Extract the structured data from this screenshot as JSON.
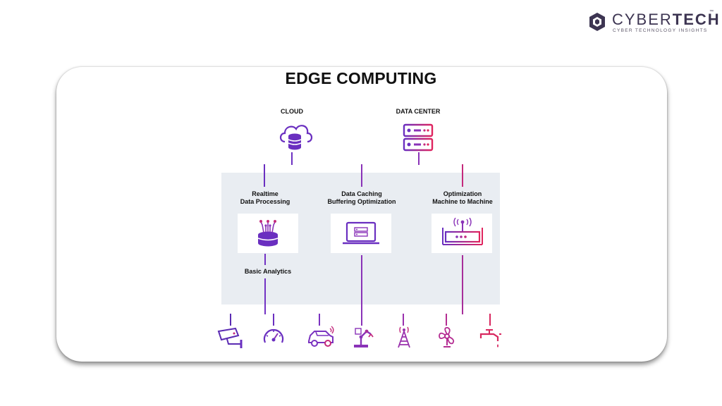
{
  "brand": {
    "name_prefix": "CYBER",
    "name_bold": "TECH",
    "trademark": "™",
    "tagline": "CYBER TECHNOLOGY INSIGHTS"
  },
  "diagram": {
    "title": "EDGE COMPUTING",
    "top": {
      "cloud": "CLOUD",
      "data_center": "DATA CENTER"
    },
    "edge": {
      "realtime_1": "Realtime",
      "realtime_2": "Data Processing",
      "caching_1": "Data Caching",
      "caching_2": "Buffering Optimization",
      "m2m_1": "Optimization",
      "m2m_2": "Machine to Machine",
      "analytics": "Basic Analytics"
    },
    "devices": [
      "security-camera",
      "speedometer",
      "connected-car",
      "robotic-arm",
      "cell-tower",
      "fan",
      "water-tap"
    ]
  },
  "colors": {
    "gradient_start": "#5b2bb3",
    "gradient_end": "#e0245e",
    "panel": "#e9edf2",
    "text": "#111111"
  }
}
